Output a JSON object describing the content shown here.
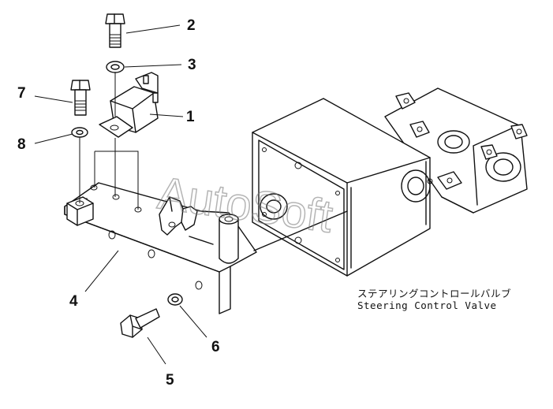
{
  "diagram": {
    "watermark": "AutoSoft",
    "valve_label_jp": "ステアリングコントロールバルブ",
    "valve_label_en": "Steering Control Valve",
    "callouts": [
      {
        "id": "c1",
        "text": "1"
      },
      {
        "id": "c2",
        "text": "2"
      },
      {
        "id": "c3",
        "text": "3"
      },
      {
        "id": "c4",
        "text": "4"
      },
      {
        "id": "c5",
        "text": "5"
      },
      {
        "id": "c6",
        "text": "6"
      },
      {
        "id": "c7",
        "text": "7"
      },
      {
        "id": "c8",
        "text": "8"
      }
    ]
  }
}
